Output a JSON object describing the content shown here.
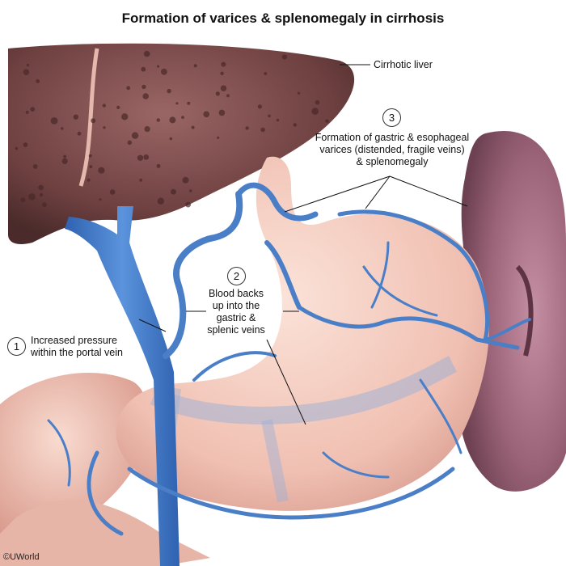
{
  "title": "Formation of varices & splenomegaly in cirrhosis",
  "labels": {
    "liver": "Cirrhotic liver",
    "step1": {
      "number": "1",
      "line1": "Increased pressure",
      "line2": "within the portal vein"
    },
    "step2": {
      "number": "2",
      "line1": "Blood backs",
      "line2": "up into the",
      "line3": "gastric &",
      "line4": "splenic veins"
    },
    "step3": {
      "number": "3",
      "line1": "Formation of gastric & esophageal",
      "line2": "varices (distended, fragile veins)",
      "line3": "& splenomegaly"
    }
  },
  "copyright": "©UWorld",
  "colors": {
    "liver": "#7a4a4a",
    "vein": "#4a7fc8",
    "stomach": "#f1c5b8",
    "spleen": "#9c6478",
    "intestine": "#efc2b4"
  }
}
